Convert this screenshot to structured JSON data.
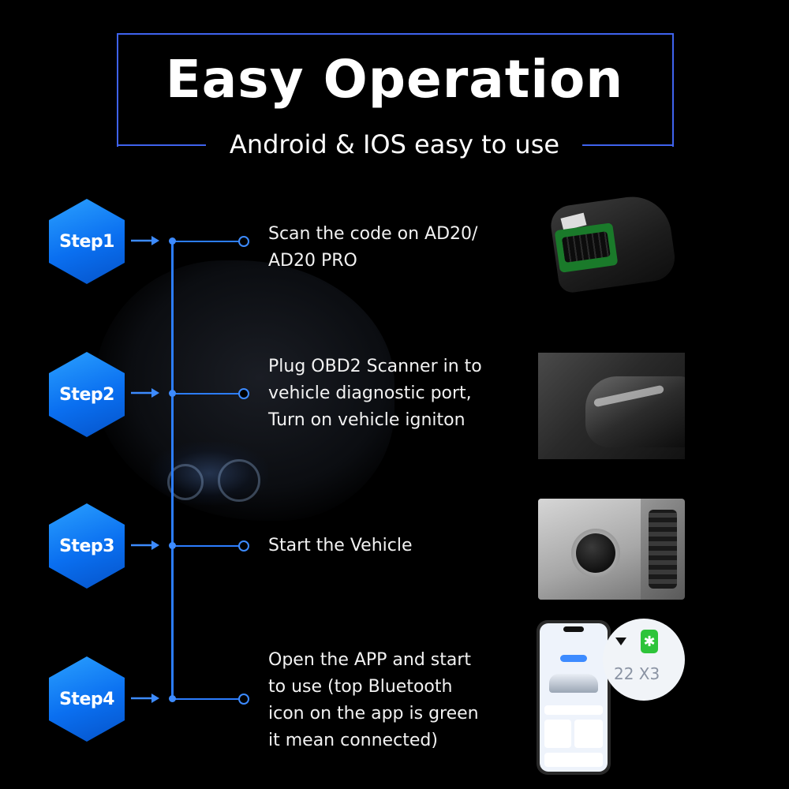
{
  "header": {
    "title": "Easy Operation",
    "subtitle": "Android & IOS easy to use"
  },
  "colors": {
    "background": "#000000",
    "frame": "#3f63ee",
    "timeline": "#2c7dff",
    "badge": "#0a6ff0",
    "bluetooth": "#2ec43a"
  },
  "steps": [
    {
      "badge": "Step1",
      "lines": [
        "Scan the code on AD20/",
        "AD20 PRO"
      ],
      "image_icon": "obd2-scanner-device"
    },
    {
      "badge": "Step2",
      "lines": [
        "Plug OBD2 Scanner in to",
        "vehicle diagnostic port,",
        "Turn on vehicle igniton"
      ],
      "image_icon": "diagnostic-port"
    },
    {
      "badge": "Step3",
      "lines": [
        "Start the Vehicle"
      ],
      "image_icon": "start-stop-button"
    },
    {
      "badge": "Step4",
      "lines": [
        "Open the APP and start",
        "to use (top Bluetooth",
        "icon on the app is green",
        "it mean connected)"
      ],
      "image_icon": "phone-app-bluetooth"
    }
  ],
  "step4_image": {
    "bluetooth_icon": "bluetooth-icon",
    "zoom_text": "22 X3"
  }
}
